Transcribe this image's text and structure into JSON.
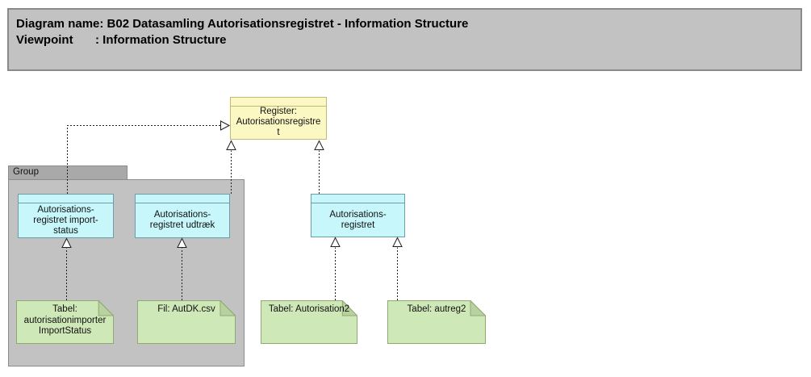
{
  "title_bar": {
    "line1_label": "Diagram name",
    "line1_value": ": B02 Datasamling Autorisationsregistret - Information Structure",
    "line2_label": "Viewpoint",
    "line2_value": ": Information Structure"
  },
  "diagram": {
    "register": {
      "label": "Register:\nAutorisationsregistre\nt"
    },
    "group": {
      "label": "Group"
    },
    "objects": [
      {
        "label": "Autorisations-\nregistret import-\nstatus"
      },
      {
        "label": "Autorisations-\nregistret udtræk"
      },
      {
        "label": "Autorisations-\nregistret"
      }
    ],
    "notes": [
      {
        "label": "Tabel:\nautorisationimporter\nImportStatus"
      },
      {
        "label": "Fil: AutDK.csv"
      },
      {
        "label": "Tabel: Autorisation2"
      },
      {
        "label": "Tabel: autreg2"
      }
    ],
    "connector_style": {
      "line": "dashed",
      "arrowhead": "hollow-triangle"
    },
    "colors": {
      "title_bar_fill": "#c2c2c2",
      "title_bar_border": "#8a8a8a",
      "group_tab_fill": "#a9a9a9",
      "group_body_fill": "#c2c2c2",
      "group_border": "#8c8c8c",
      "register_fill": "#fbf8c3",
      "register_border": "#c2ba70",
      "object_fill": "#c7f7fb",
      "object_border": "#6d9ea6",
      "note_fill": "#cfe8b8",
      "note_fold_fill": "#b7d29e",
      "note_border": "#8fa973",
      "connector_stroke": "#1f1f1f",
      "text": "#000000",
      "page_background": "#ffffff"
    }
  }
}
